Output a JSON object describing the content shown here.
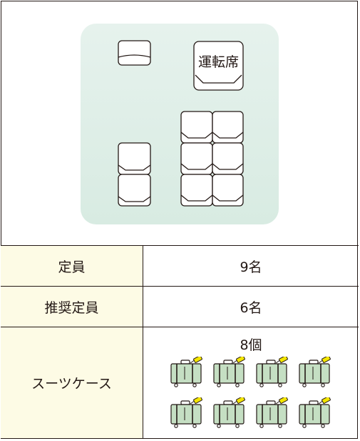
{
  "seat_layout": {
    "driver_label": "運転席",
    "colors": {
      "floor_top": "#e5f1ec",
      "floor_bottom": "#d9ece3",
      "seat_fill": "#ffffff",
      "outline": "#231815"
    }
  },
  "specs": {
    "capacity_label": "定員",
    "capacity_value": "9名",
    "recommended_label": "推奨定員",
    "recommended_value": "6名",
    "luggage_label": "スーツケース",
    "luggage_value": "8個",
    "luggage_icon_count": 8,
    "luggage_icon": "suitcase-icon"
  },
  "colors": {
    "label_bg": "#fdfbe5",
    "suitcase_body": "#c5dfc3",
    "suitcase_tag": "#f3e500"
  }
}
